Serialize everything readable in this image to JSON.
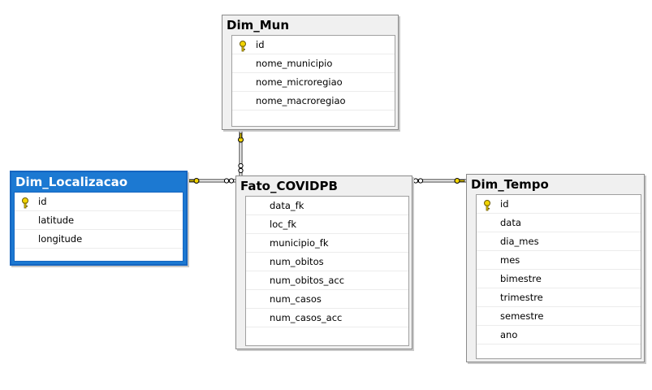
{
  "tables": {
    "dim_mun": {
      "name": "Dim_Mun",
      "columns": [
        {
          "name": "id",
          "pk": true
        },
        {
          "name": "nome_municipio",
          "pk": false
        },
        {
          "name": "nome_microregiao",
          "pk": false
        },
        {
          "name": "nome_macroregiao",
          "pk": false
        }
      ]
    },
    "dim_localizacao": {
      "name": "Dim_Localizacao",
      "selected": true,
      "columns": [
        {
          "name": "id",
          "pk": true
        },
        {
          "name": "latitude",
          "pk": false
        },
        {
          "name": "longitude",
          "pk": false
        }
      ]
    },
    "fato_covidpb": {
      "name": "Fato_COVIDPB",
      "columns": [
        {
          "name": "data_fk",
          "pk": false
        },
        {
          "name": "loc_fk",
          "pk": false
        },
        {
          "name": "municipio_fk",
          "pk": false
        },
        {
          "name": "num_obitos",
          "pk": false
        },
        {
          "name": "num_obitos_acc",
          "pk": false
        },
        {
          "name": "num_casos",
          "pk": false
        },
        {
          "name": "num_casos_acc",
          "pk": false
        }
      ]
    },
    "dim_tempo": {
      "name": "Dim_Tempo",
      "columns": [
        {
          "name": "id",
          "pk": true
        },
        {
          "name": "data",
          "pk": false
        },
        {
          "name": "dia_mes",
          "pk": false
        },
        {
          "name": "mes",
          "pk": false
        },
        {
          "name": "bimestre",
          "pk": false
        },
        {
          "name": "trimestre",
          "pk": false
        },
        {
          "name": "semestre",
          "pk": false
        },
        {
          "name": "ano",
          "pk": false
        }
      ]
    }
  },
  "relationships": [
    {
      "from": "fato_covidpb",
      "to": "dim_mun"
    },
    {
      "from": "fato_covidpb",
      "to": "dim_localizacao"
    },
    {
      "from": "fato_covidpb",
      "to": "dim_tempo"
    }
  ],
  "colors": {
    "selected_header": "#1c79d2",
    "key_icon": "#f2d400",
    "connector": "#555555"
  }
}
